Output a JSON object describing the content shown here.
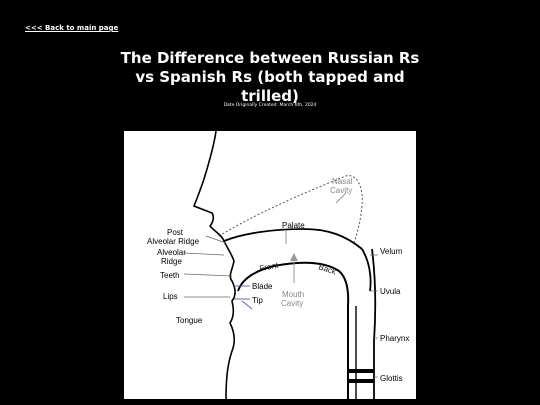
{
  "nav": {
    "back_label": "<<< Back to main page"
  },
  "page": {
    "title": "The Difference between Russian Rs vs Spanish Rs (both tapped and trilled)",
    "date": "Date Originally Created: March 6th, 2024"
  },
  "diagram": {
    "labels": {
      "post": "Post",
      "alveolar_ridge_post": "Alveolar Ridge",
      "alveolar": "Alveolar",
      "ridge": "Ridge",
      "teeth": "Teeth",
      "lips": "Lips",
      "tongue": "Tongue",
      "palate": "Palate",
      "velum": "Velum",
      "uvula": "Uvula",
      "pharynx": "Pharynx",
      "glottis": "Glottis",
      "nasal": "Nasal",
      "cavity_nasal": "Cavity",
      "front": "Front",
      "back": "Back",
      "blade": "Blade",
      "tip": "Tip",
      "mouth": "Mouth",
      "cavity_mouth": "Cavity"
    }
  }
}
